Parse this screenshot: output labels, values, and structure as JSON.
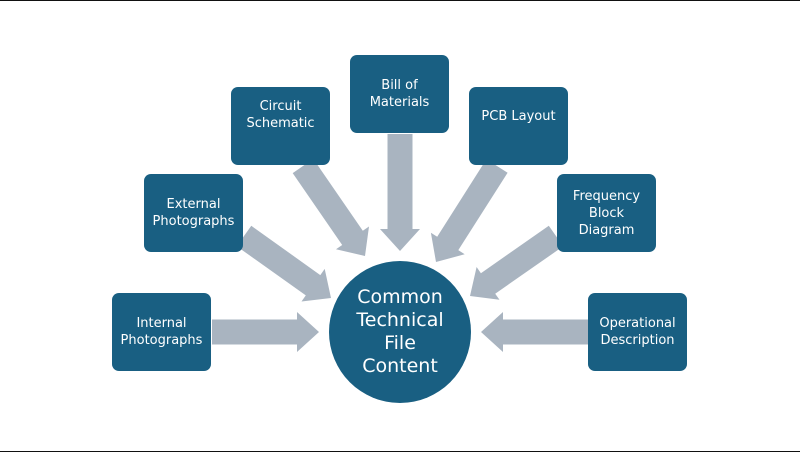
{
  "diagram": {
    "type": "hub-and-spoke",
    "colors": {
      "node_fill": "#195f82",
      "node_text": "#ffffff",
      "arrow_fill": "#a9b4c0",
      "background": "#ffffff"
    },
    "center": {
      "label": "Common\nTechnical\nFile\nContent"
    },
    "nodes": [
      {
        "id": "internal-photographs",
        "label": "Internal\nPhotographs"
      },
      {
        "id": "external-photographs",
        "label": "External\nPhotographs"
      },
      {
        "id": "circuit-schematic",
        "label": "Circuit\nSchematic"
      },
      {
        "id": "bill-of-materials",
        "label": "Bill of\nMaterials"
      },
      {
        "id": "pcb-layout",
        "label": "PCB Layout"
      },
      {
        "id": "frequency-block-diagram",
        "label": "Frequency\nBlock\nDiagram"
      },
      {
        "id": "operational-description",
        "label": "Operational\nDescription"
      }
    ],
    "edges": [
      {
        "from": "internal-photographs",
        "to": "center"
      },
      {
        "from": "external-photographs",
        "to": "center"
      },
      {
        "from": "circuit-schematic",
        "to": "center"
      },
      {
        "from": "bill-of-materials",
        "to": "center"
      },
      {
        "from": "pcb-layout",
        "to": "center"
      },
      {
        "from": "frequency-block-diagram",
        "to": "center"
      },
      {
        "from": "operational-description",
        "to": "center"
      }
    ]
  }
}
